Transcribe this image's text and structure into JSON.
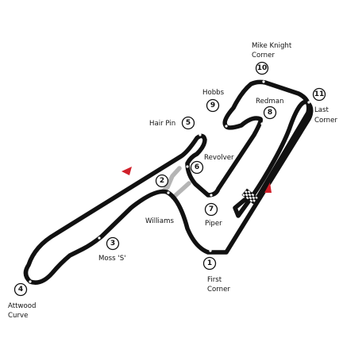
{
  "map": {
    "colors": {
      "track": "#111111",
      "shortcut": "#b5b5b5",
      "marker": "#ffffff",
      "direction_arrow": "#d0202a"
    },
    "corners": [
      {
        "number": "1",
        "name_lines": [
          "First",
          "Corner"
        ]
      },
      {
        "number": "2",
        "name_lines": [
          "Williams"
        ]
      },
      {
        "number": "3",
        "name_lines": [
          "Moss 'S'"
        ]
      },
      {
        "number": "4",
        "name_lines": [
          "Attwood",
          "Curve"
        ]
      },
      {
        "number": "5",
        "name_lines": [
          "Hair Pin"
        ]
      },
      {
        "number": "6",
        "name_lines": [
          "Revolver"
        ]
      },
      {
        "number": "7",
        "name_lines": [
          "Piper"
        ]
      },
      {
        "number": "8",
        "name_lines": [
          "Redman"
        ]
      },
      {
        "number": "9",
        "name_lines": [
          "Hobbs"
        ]
      },
      {
        "number": "10",
        "name_lines": [
          "Mike Knight",
          "Corner"
        ]
      },
      {
        "number": "11",
        "name_lines": [
          "Last",
          "Corner"
        ]
      }
    ],
    "icons": {
      "start_finish": "checkered-flag-icon",
      "direction": "direction-arrow-icon"
    }
  }
}
